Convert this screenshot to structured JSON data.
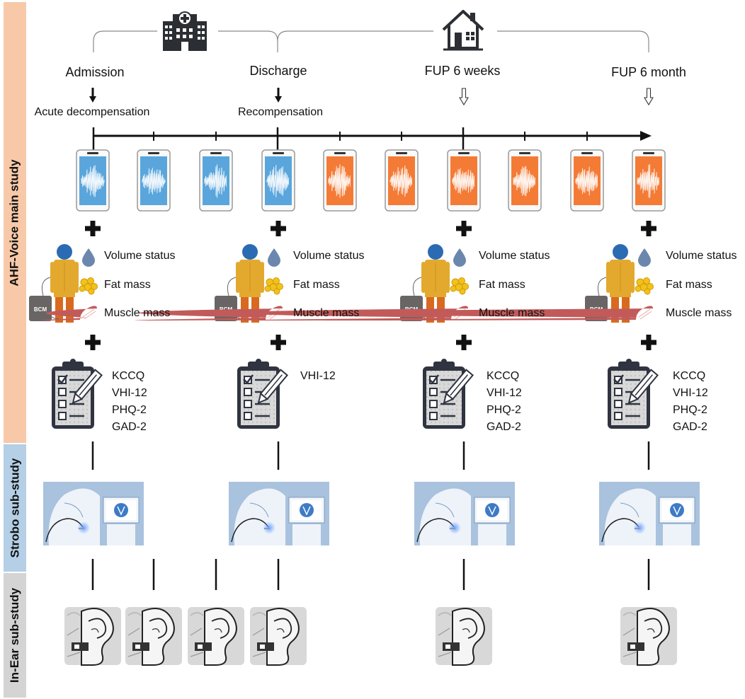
{
  "study_bands": [
    {
      "label": "AHF-Voice main study",
      "color": "#f8c9a8"
    },
    {
      "label": "Strobo sub-study",
      "color": "#b4cfe6"
    },
    {
      "label": "In-Ear sub-study",
      "color": "#d4d4d4"
    }
  ],
  "timepoints": [
    {
      "label": "Admission",
      "sublabel": "Acute decompensation",
      "arrow": "solid"
    },
    {
      "label": "Discharge",
      "sublabel": "Recompensation",
      "arrow": "solid"
    },
    {
      "label": "FUP 6 weeks",
      "sublabel": "",
      "arrow": "open"
    },
    {
      "label": "FUP 6 month",
      "sublabel": "",
      "arrow": "open"
    }
  ],
  "phases": [
    {
      "icon": "hospital-icon"
    },
    {
      "icon": "home-icon"
    }
  ],
  "voice_recordings": {
    "phone_colors": [
      "blue",
      "blue",
      "blue",
      "blue",
      "orange",
      "orange",
      "orange",
      "orange",
      "orange",
      "orange"
    ],
    "blue": "#5aa6dc",
    "orange": "#f47b36"
  },
  "body_composition": {
    "device_label": "BCM",
    "metrics": [
      "Volume status",
      "Fat mass",
      "Muscle mass"
    ]
  },
  "questionnaires": [
    [
      "KCCQ",
      "VHI-12",
      "PHQ-2",
      "GAD-2"
    ],
    [
      "VHI-12"
    ],
    [
      "KCCQ",
      "VHI-12",
      "PHQ-2",
      "GAD-2"
    ],
    [
      "KCCQ",
      "VHI-12",
      "PHQ-2",
      "GAD-2"
    ]
  ],
  "icons": {
    "plus": "plus-icon",
    "person": "person-icon",
    "droplet": "droplet-icon",
    "fat": "fat-cells-icon",
    "muscle": "muscle-icon",
    "clipboard": "clipboard-checklist-icon",
    "strobo": "stroboscopy-icon",
    "ear": "ear-icon"
  }
}
